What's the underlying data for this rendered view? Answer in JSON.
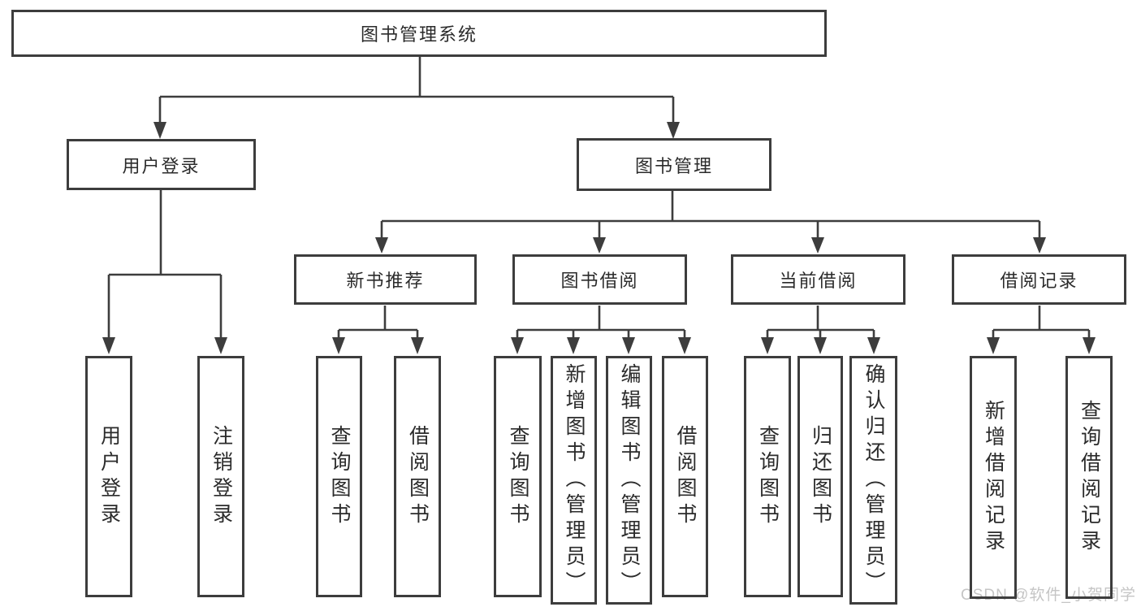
{
  "diagram_title": "图书管理系统",
  "watermark": "CSDN @软件_小贺同学",
  "colors": {
    "line": "#3d3d3d",
    "box_border": "#3d3d3d",
    "text": "#2b2b2b",
    "watermark": "#c5c5c5",
    "background": "#ffffff"
  },
  "nodes": {
    "root": "图书管理系统",
    "l2": [
      "用户登录",
      "图书管理"
    ],
    "l3": [
      "新书推荐",
      "图书借阅",
      "当前借阅",
      "借阅记录"
    ],
    "leaves": {
      "login": [
        "用户登录",
        "注销登录"
      ],
      "newbook": [
        "查询图书",
        "借阅图书"
      ],
      "borrow": [
        "查询图书",
        "新增图书（管理员）",
        "编辑图书（管理员）",
        "借阅图书"
      ],
      "current": [
        "查询图书",
        "归还图书",
        "确认归还（管理员）"
      ],
      "record": [
        "新增借阅记录",
        "查询借阅记录"
      ]
    }
  }
}
